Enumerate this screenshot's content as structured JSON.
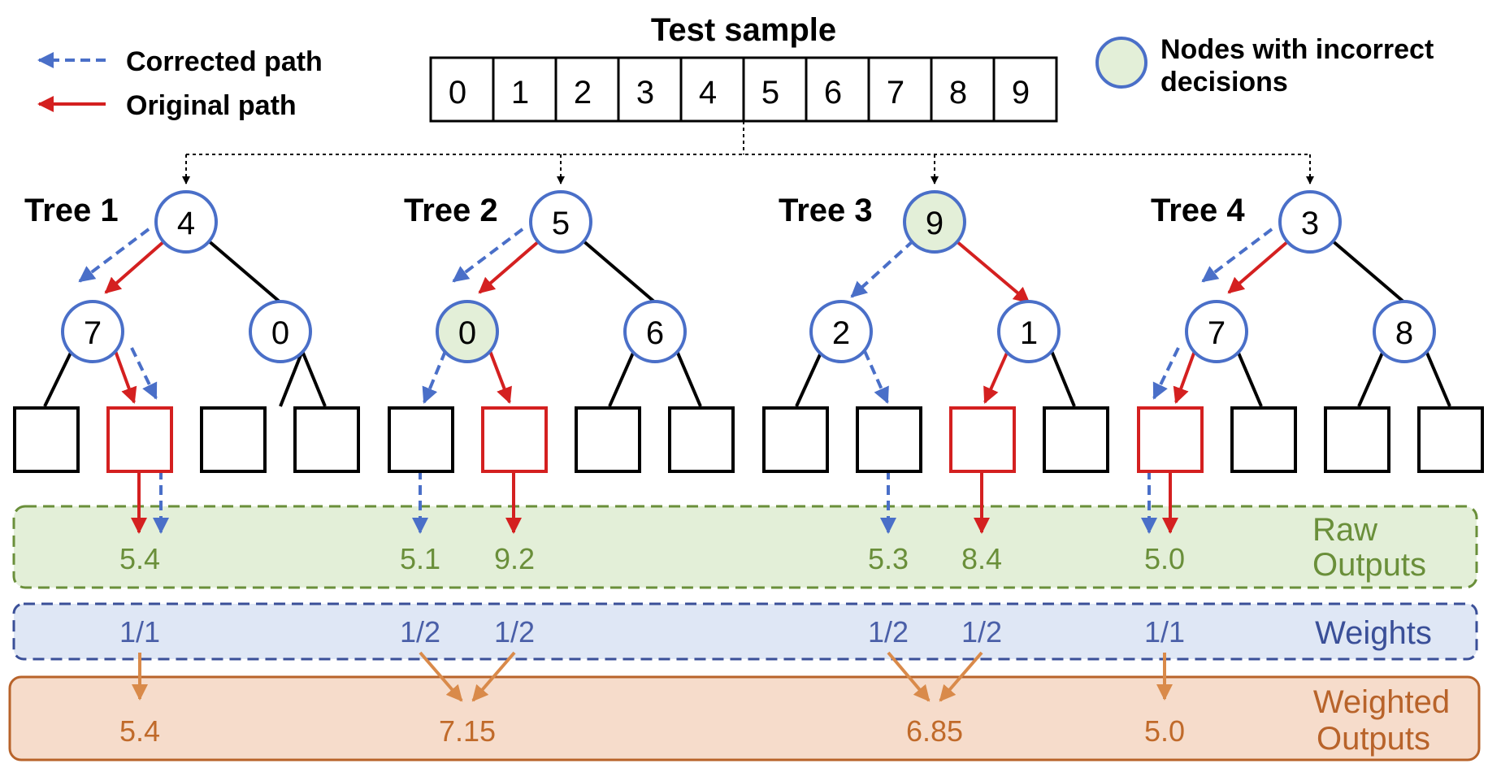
{
  "title": "Test sample",
  "sample_cells": [
    "0",
    "1",
    "2",
    "3",
    "4",
    "5",
    "6",
    "7",
    "8",
    "9"
  ],
  "legend": {
    "corrected": "Corrected path",
    "original": "Original path",
    "incorrect_nodes": [
      "Nodes with incorrect",
      "decisions"
    ]
  },
  "colors": {
    "corrected": "#4a6fc8",
    "original": "#d42020",
    "node_border": "#4a6fc8",
    "incorrect_fill": "#e3efd8",
    "raw_band_fill": "#e3efd8",
    "raw_band_border": "#6a8f3a",
    "weight_band_fill": "#dfe7f5",
    "weight_band_border": "#3a4f98",
    "wout_band_fill": "#f6dccb",
    "wout_band_border": "#c06a2a"
  },
  "trees": [
    {
      "label": "Tree 1",
      "root": "4",
      "left": "7",
      "right": "0",
      "incorrect": []
    },
    {
      "label": "Tree 2",
      "root": "5",
      "left": "0",
      "right": "6",
      "incorrect": [
        "left"
      ]
    },
    {
      "label": "Tree 3",
      "root": "9",
      "left": "2",
      "right": "1",
      "incorrect": [
        "root"
      ]
    },
    {
      "label": "Tree 4",
      "root": "3",
      "left": "7",
      "right": "8",
      "incorrect": []
    }
  ],
  "raw_outputs": {
    "title": [
      "Raw",
      "Outputs"
    ],
    "values": [
      "5.4",
      "5.1",
      "9.2",
      "5.3",
      "8.4",
      "5.0"
    ]
  },
  "weights": {
    "title": "Weights",
    "values": [
      "1/1",
      "1/2",
      "1/2",
      "1/2",
      "1/2",
      "1/1"
    ]
  },
  "weighted_outputs": {
    "title": [
      "Weighted",
      "Outputs"
    ],
    "values": [
      "5.4",
      "7.15",
      "6.85",
      "5.0"
    ]
  }
}
